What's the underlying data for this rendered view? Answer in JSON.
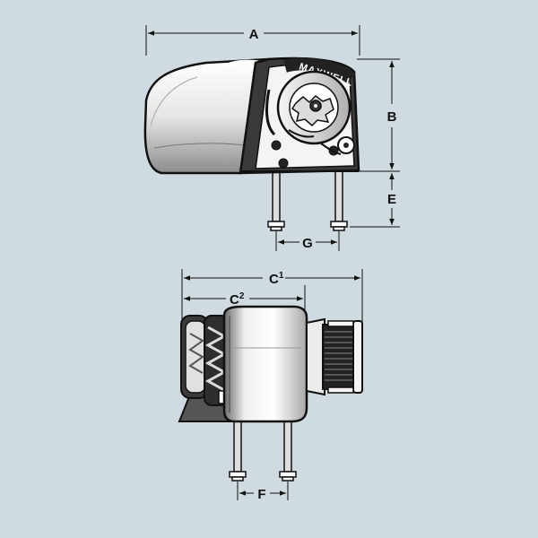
{
  "dimensions": {
    "a": "A",
    "b": "B",
    "e": "E",
    "g": "G",
    "c1": "C",
    "c1_sup": "1",
    "c2": "C",
    "c2_sup": "2",
    "f": "F"
  },
  "brand": {
    "name": "MAXWELL"
  },
  "colors": {
    "background": "#cfdbe0",
    "outline": "#111111",
    "body_shade": "#ffffff"
  }
}
